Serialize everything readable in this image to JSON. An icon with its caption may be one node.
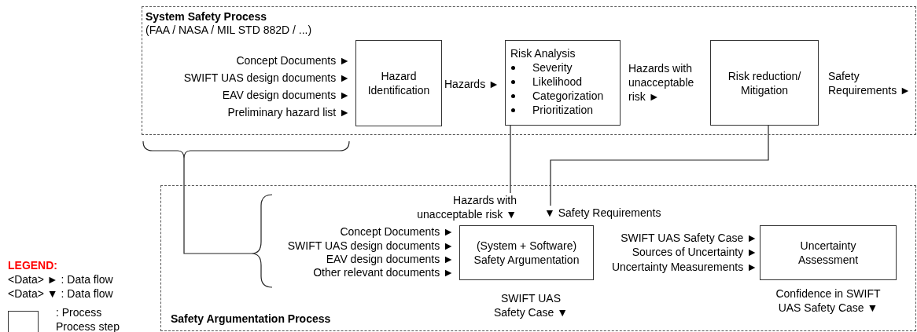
{
  "diagram": {
    "nodes": [
      {
        "text": [
          "System Safety Process",
          "(FAA / NASA / MIL STD 882D / ...)"
        ]
      },
      {
        "text": [
          "Hazard Identification"
        ],
        "in": 0
      },
      {
        "text": [
          "Risk Analysis",
          "Severity",
          "Likelihood",
          "Categorization",
          "Prioritization"
        ],
        "in": 0
      },
      {
        "text": [
          "Risk reduction/ Mitigation"
        ],
        "in": 0
      },
      {
        "text": [
          "Safety Argumentation Process"
        ]
      },
      {
        "text": [
          "(System + Software) Safety Argumentation"
        ],
        "in": 4,
        "beside": [
          "SWIFT UAS Safety Case ▼"
        ]
      },
      {
        "text": [
          "Uncertainty Assessment"
        ],
        "in": 4,
        "beside": [
          "Confidence in SWIFT UAS Safety Case ▼"
        ]
      },
      {
        "text": [
          "Hazards with unacceptable risk ▼"
        ],
        "in": 4
      },
      {
        "text": [
          "▼ Safety Requirements"
        ],
        "in": 4
      }
    ],
    "edges": [
      {
        "from": 2,
        "to": 7,
        "arrow": "none"
      },
      {
        "from": 3,
        "to": 8,
        "arrow": "none"
      }
    ],
    "labels": [
      "Concept Documents ►",
      "SWIFT UAS design documents ►",
      "EAV design documents ►",
      "Preliminary hazard list ►",
      "Hazards ►",
      "Hazards with unacceptable risk ►",
      "Safety Requirements ►",
      "Concept Documents ►",
      "SWIFT UAS design documents ►",
      "EAV design documents ►",
      "Other relevant documents ►",
      "SWIFT UAS Safety Case ►",
      "Sources of Uncertainty ►",
      "Uncertainty Measurements ►",
      "LEGEND:"
    ],
    "legend": [
      {
        "text": "<Data> ► : Data flow"
      },
      {
        "text": "<Data> ▼ : Data flow"
      },
      {
        "text": ": Process Process step"
      }
    ]
  }
}
